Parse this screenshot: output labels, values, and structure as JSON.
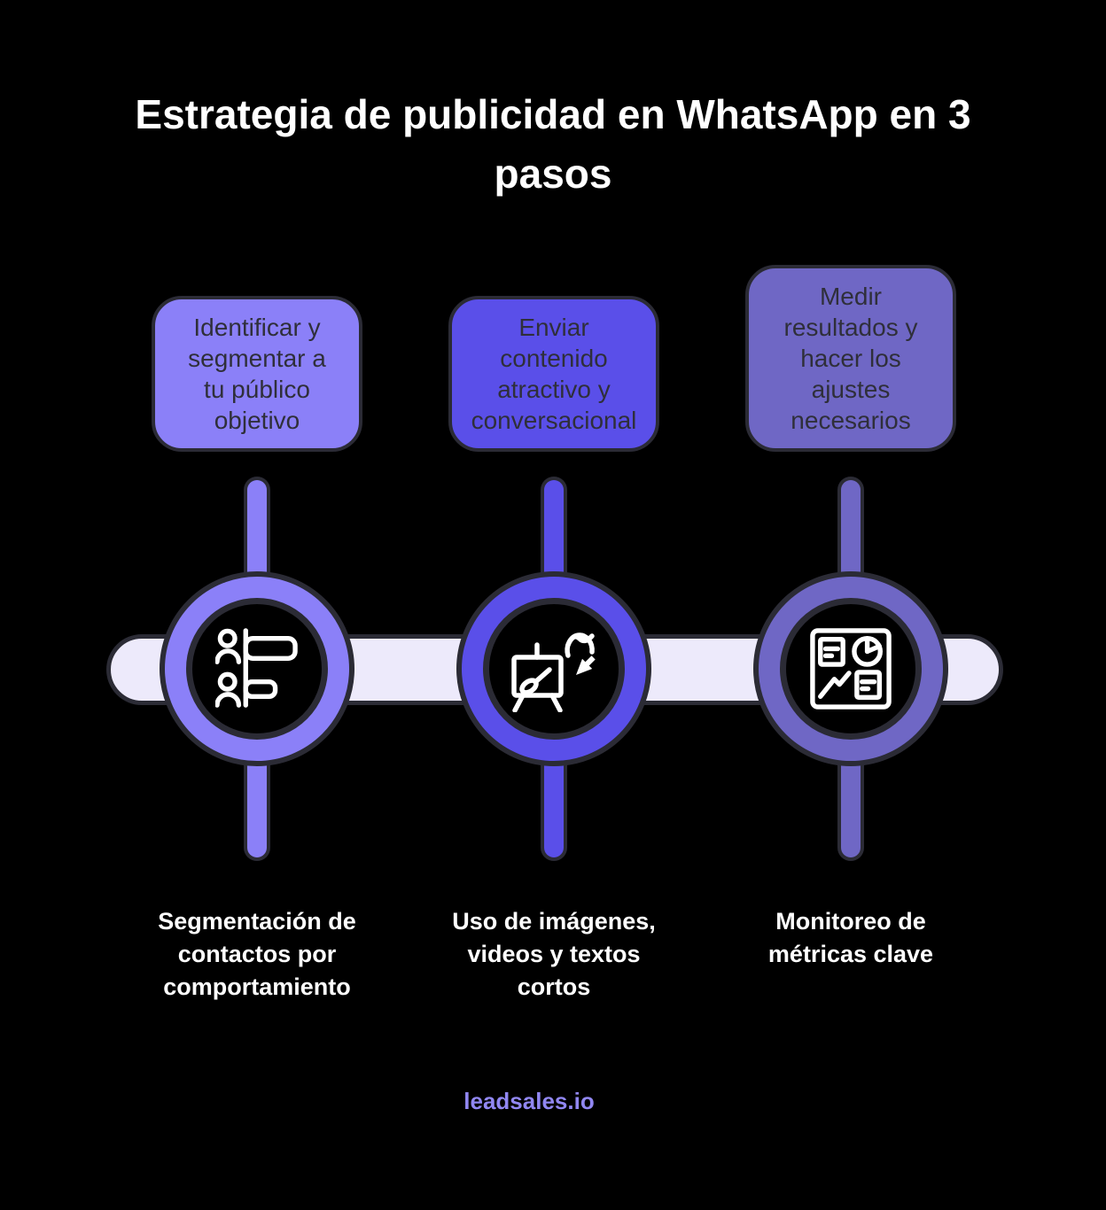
{
  "title": "Estrategia de publicidad en WhatsApp en 3\npasos",
  "steps": [
    {
      "card": "Identificar y\nsegmentar a\ntu público\nobjetivo",
      "label": "Segmentación de\ncontactos por\ncomportamiento",
      "icon": "audience-segmentation-icon",
      "color": "#8B80F8"
    },
    {
      "card": "Enviar\ncontenido\natractivo y\nconversacional",
      "label": "Uso de imágenes,\nvideos y textos\ncortos",
      "icon": "content-creation-icon",
      "color": "#5A4FE9"
    },
    {
      "card": "Medir\nresultados y\nhacer los\najustes\nnecesarios",
      "label": "Monitoreo de\nmétricas clave",
      "icon": "metrics-dashboard-icon",
      "color": "#6F67C5"
    }
  ],
  "footer": {
    "brand": "leadsales.io"
  },
  "colors": {
    "background": "#000000",
    "outline": "#2B2B35",
    "timeline_bar": "#EDEAFB",
    "card_text": "#2F2F3A",
    "title_text": "#FFFFFF",
    "label_text": "#FFFFFF",
    "brand_text": "#9187F2"
  }
}
